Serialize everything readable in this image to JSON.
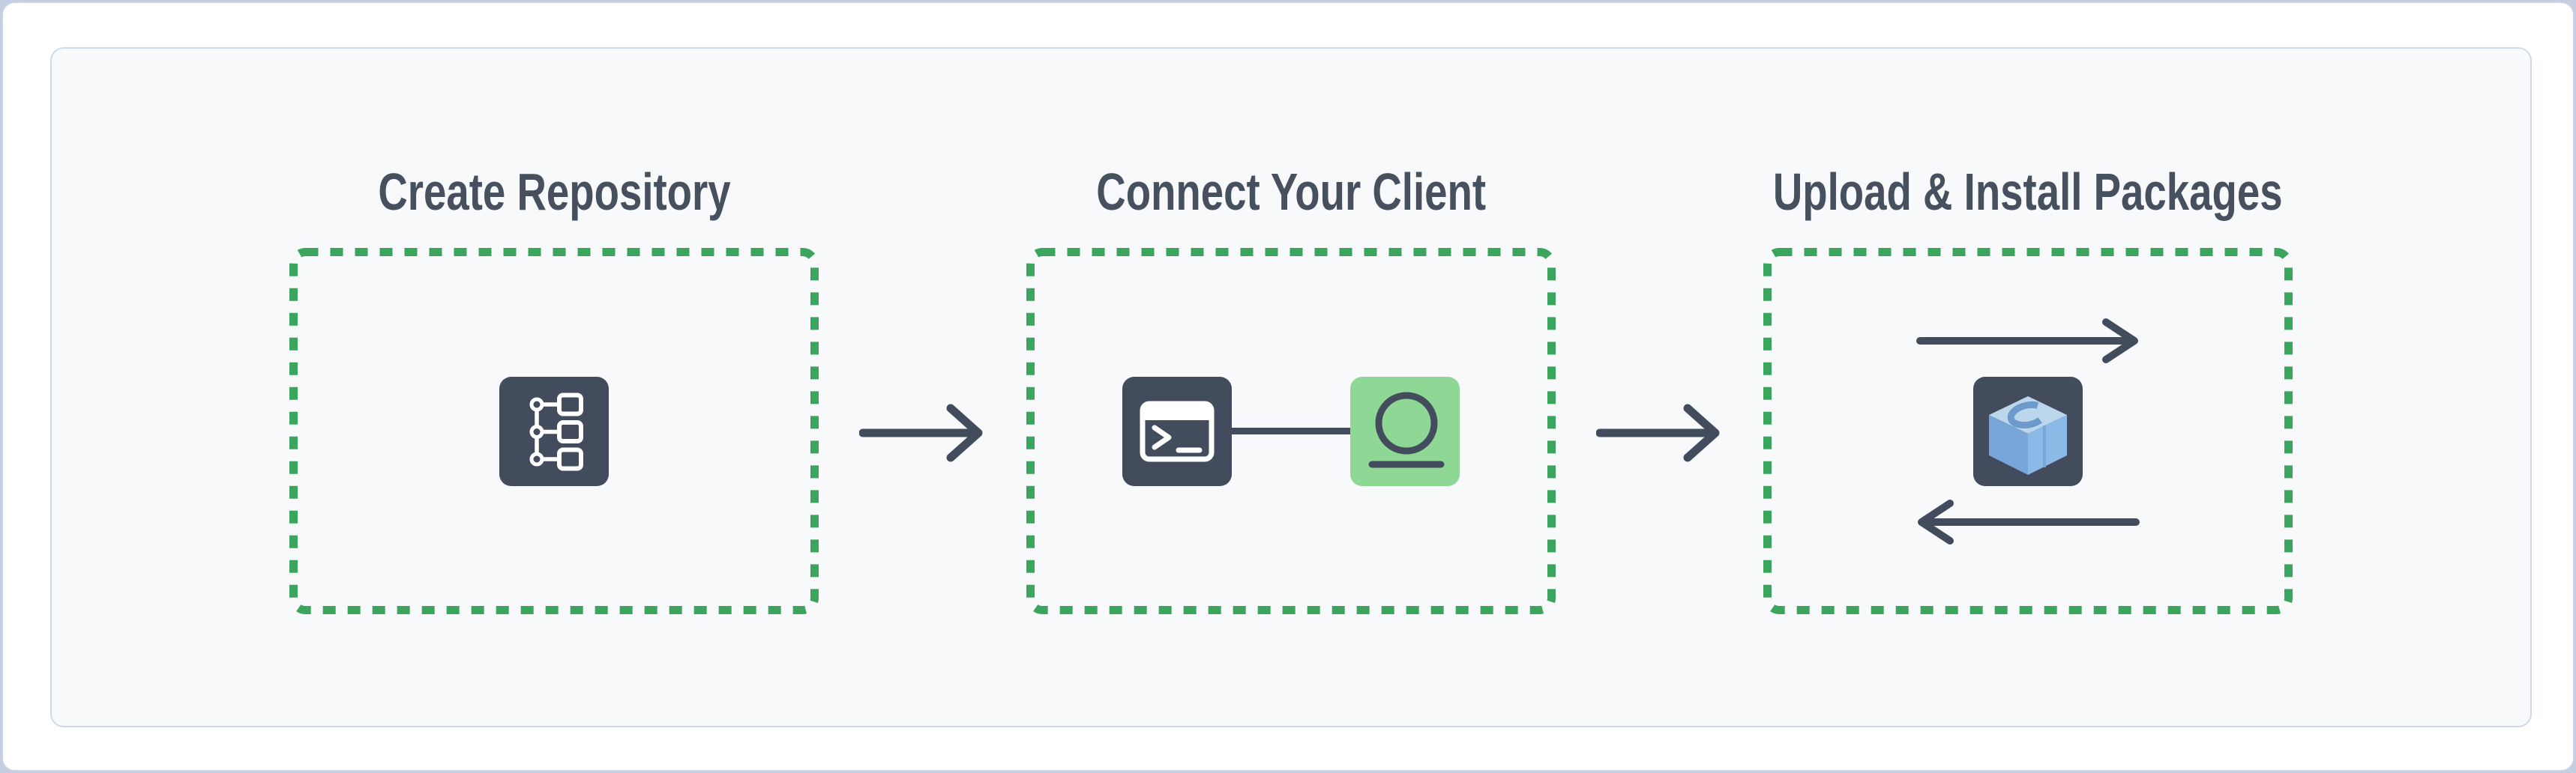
{
  "steps": [
    {
      "title": "Create Repository",
      "icon": "repository-structure-icon"
    },
    {
      "title": "Connect Your Client",
      "icon_left": "terminal-icon",
      "icon_right": "client-registry-icon"
    },
    {
      "title": "Upload & Install Packages",
      "icon": "package-cube-icon",
      "top_icon": "upload-arrow-icon",
      "bottom_icon": "download-arrow-icon"
    }
  ],
  "connectors": {
    "between_steps": "right-arrow",
    "client_link": "horizontal-line"
  },
  "colors": {
    "outer_background": "#c5cde0",
    "card_background": "#ffffff",
    "panel_background": "#f8f9fb",
    "panel_border": "#cfd9e9",
    "dashed_box_green": "#3ba55d",
    "client_icon_green": "#8ed794",
    "slate_dark": "#424c5c",
    "title_text": "#46505e",
    "cube_top_blue": "#bcd6eb",
    "cube_left_blue": "#79a6d8",
    "cube_right_blue": "#8cbae6",
    "cube_mark_blue": "#6d9aca"
  }
}
